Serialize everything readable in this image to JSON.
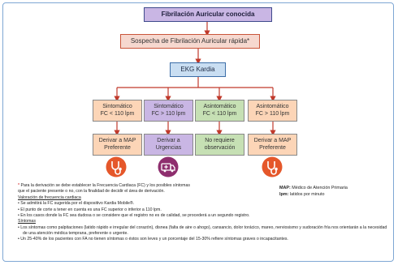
{
  "flow": {
    "top": "Fibrilación Auricular conocida",
    "suspicion": "Sospecha de Fibrilación Auricular rápida*",
    "ekg": "EKG Kardia",
    "categories": [
      {
        "line1": "Sintomático",
        "line2": "FC < 110 lpm"
      },
      {
        "line1": "Sintomático",
        "line2": "FC > 110 lpm"
      },
      {
        "line1": "Asintomático",
        "line2": "FC < 110 lpm"
      },
      {
        "line1": "Asintomático",
        "line2": "FC > 110 lpm"
      }
    ],
    "actions": [
      {
        "line1": "Derivar a MAP",
        "line2": "Preferente"
      },
      {
        "line1": "Derivar a",
        "line2": "Urgencias"
      },
      {
        "line1": "No requiere",
        "line2": "observación"
      },
      {
        "line1": "Derivar a MAP",
        "line2": "Preferente"
      }
    ],
    "icons": [
      "stethoscope-icon",
      "ambulance-icon",
      "stethoscope-icon"
    ]
  },
  "notes": {
    "star": "*",
    "intro": "Para la derivación se debe establecer la Frecuencia Cardiaca (FC) y los posibles síntomas",
    "intro2": "que el paciente presente o no, con la finalidad de decidir el área de derivación.",
    "fc_title": "Valoración de frecuencia cardiaca",
    "fc_items": [
      "Se admitirá la FC sugerida por el dispositivo Kardia Mobile®.",
      "El punto de corte a tener en cuenta es una FC superior o inferior a 110 lpm.",
      "En los casos donde la FC sea dudosa o se considere que el registro no es de calidad, se procederá a un segundo registro."
    ],
    "sym_title": "Síntomas",
    "sym_items": [
      "Los síntomas como palpitaciones (latido rápido e irregular del corazón), disnea (falta de aire o ahogo), cansancio, dolor torácico, mareo, nerviosismo y sudoración fría nos orientarán a la necesidad de una atención médica temprana, preferente o urgente.",
      "Un 25-40% de los pacientes con FA no tienen síntomas o éstos son leves y un porcentaje del 15-30% refiere síntomas graves o incapacitantes."
    ]
  },
  "legend": {
    "map_key": "MAP:",
    "map_val": "Médico de Atención Primaria",
    "lpm_key": "lpm:",
    "lpm_val": "latidos por minuto"
  },
  "colors": {
    "arrow": "#c0392b",
    "purple": "#c9b6e4",
    "peach": "#fcd5b7",
    "green": "#c6e0b4",
    "blue": "#c9def2"
  }
}
